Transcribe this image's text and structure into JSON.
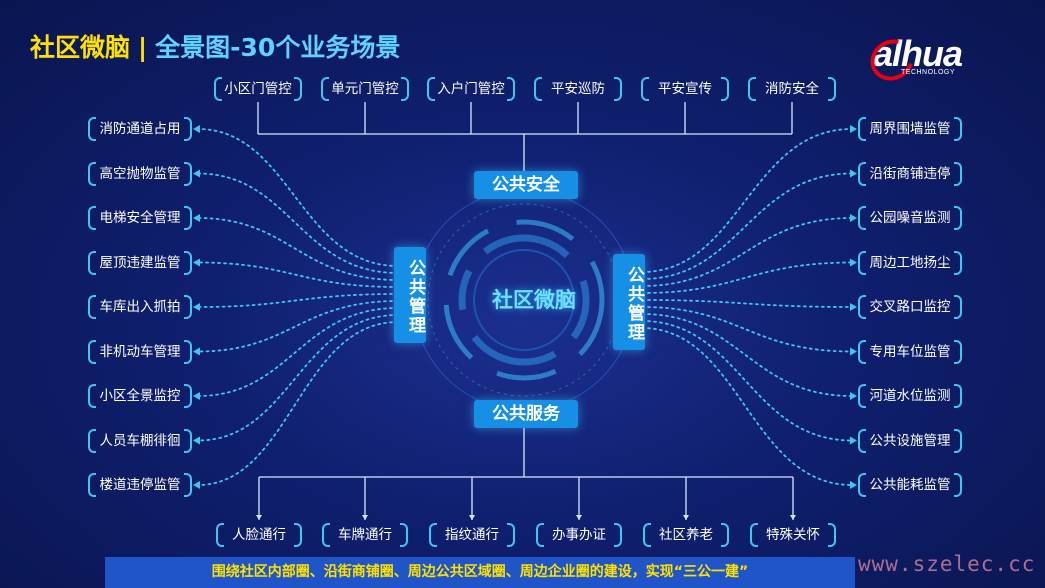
{
  "header": {
    "title": "社区微脑",
    "separator": "|",
    "subtitle": "全景图-30个业务场景"
  },
  "logo": {
    "brand": "alhua",
    "tagline": "TECHNOLOGY"
  },
  "center_label": "社区微脑",
  "hubs": {
    "top": "公共安全",
    "bottom": "公共服务",
    "left": "公共管理",
    "right": "公共管理"
  },
  "top_items": [
    "小区门管控",
    "单元门管控",
    "入户门管控",
    "平安巡防",
    "平安宣传",
    "消防安全"
  ],
  "bottom_items": [
    "人脸通行",
    "车牌通行",
    "指纹通行",
    "办事办证",
    "社区养老",
    "特殊关怀"
  ],
  "left_items": [
    "消防通道占用",
    "高空抛物监管",
    "电梯安全管理",
    "屋顶违建监管",
    "车库出入抓拍",
    "非机动车管理",
    "小区全景监控",
    "人员车棚徘徊",
    "楼道违停监管"
  ],
  "right_items": [
    "周界围墙监管",
    "沿街商铺违停",
    "公园噪音监测",
    "周边工地扬尘",
    "交叉路口监控",
    "专用车位监管",
    "河道水位监测",
    "公共设施管理",
    "公共能耗监管"
  ],
  "footer": "围绕社区内部圈、沿街商铺圈、周边公共区域圈、周边企业圈的建设，实现“三公一建”",
  "watermark": "www.szelec.cc",
  "colors": {
    "accent_yellow": "#ffe100",
    "accent_cyan": "#3ec8f0",
    "hub_blue": "#1590e6",
    "banner_blue": "#1f55c9"
  }
}
